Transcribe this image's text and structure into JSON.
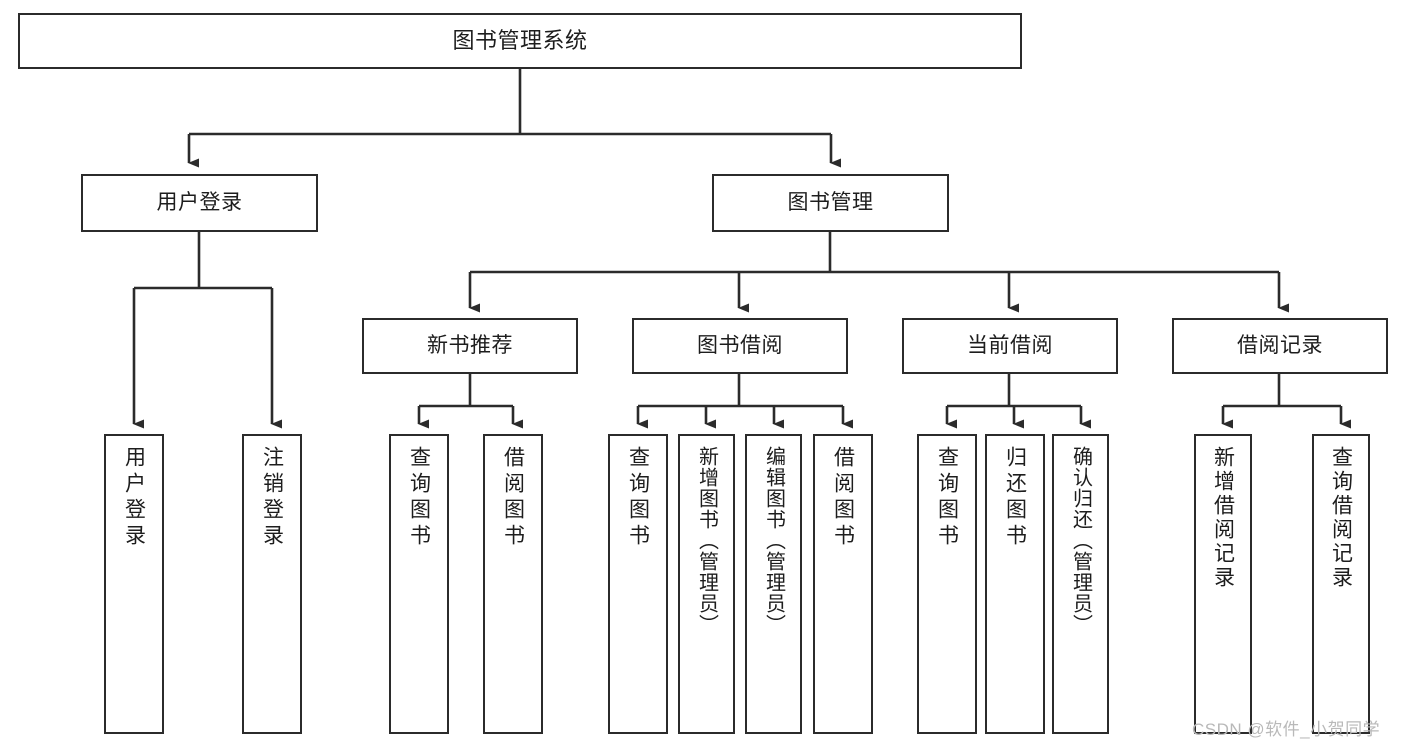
{
  "diagram": {
    "title": "图书管理系统",
    "type": "tree-hierarchy",
    "colors": {
      "stroke": "#2b2b2b",
      "fill": "#ffffff",
      "text": "#1d1d1d",
      "watermark": "#b9b9b9"
    }
  },
  "nodes": {
    "root": {
      "label": "图书管理系统"
    },
    "level1": [
      {
        "label": "用户登录"
      },
      {
        "label": "图书管理"
      }
    ],
    "level2": [
      {
        "label": "新书推荐"
      },
      {
        "label": "图书借阅"
      },
      {
        "label": "当前借阅"
      },
      {
        "label": "借阅记录"
      }
    ],
    "leaves_user_login": [
      {
        "label": "用户登录"
      },
      {
        "label": "注销登录"
      }
    ],
    "leaves_new_book": [
      {
        "label": "查询图书"
      },
      {
        "label": "借阅图书"
      }
    ],
    "leaves_borrow": [
      {
        "label": "查询图书"
      },
      {
        "label": "新增图书（管理员）"
      },
      {
        "label": "编辑图书（管理员）"
      },
      {
        "label": "借阅图书"
      }
    ],
    "leaves_current": [
      {
        "label": "查询图书"
      },
      {
        "label": "归还图书"
      },
      {
        "label": "确认归还（管理员）"
      }
    ],
    "leaves_records": [
      {
        "label": "新增借阅记录"
      },
      {
        "label": "查询借阅记录"
      }
    ]
  },
  "watermark": {
    "text": "CSDN @软件_小贺同学"
  }
}
